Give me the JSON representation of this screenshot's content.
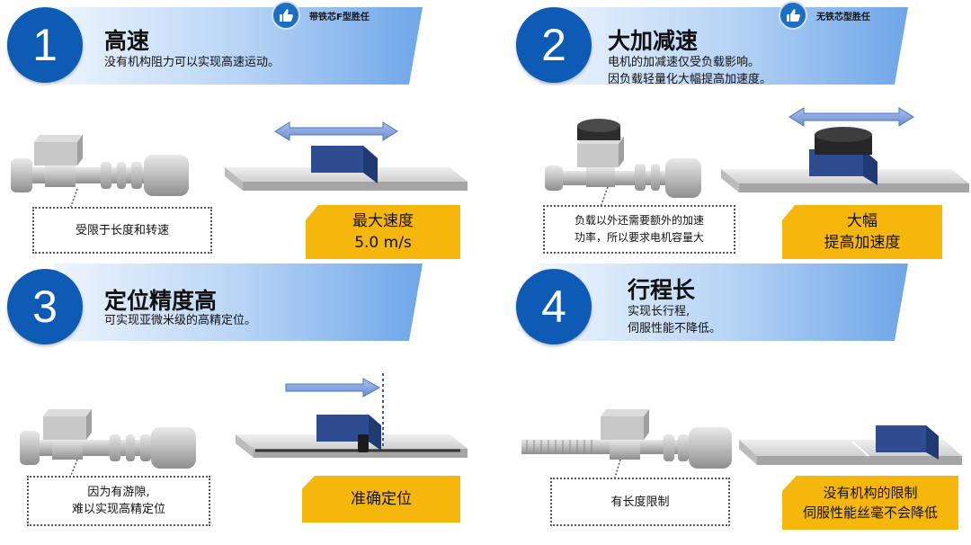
{
  "panels": [
    {
      "number": "1",
      "title": "高速",
      "desc": [
        "没有机构阻力可以实现高速运动。"
      ],
      "badge": "带铁芯F型胜任",
      "note": [
        "受限于长度和转速"
      ],
      "callout": [
        "最大速度",
        "5.0 m/s"
      ]
    },
    {
      "number": "2",
      "title": "大加减速",
      "desc": [
        "电机的加减速仅受负载影响。",
        "因负载轻量化大幅提高加速度。"
      ],
      "badge": "无铁芯型胜任",
      "note": [
        "负载以外还需要额外的加速",
        "功率，所以要求电机容量大"
      ],
      "callout": [
        "大幅",
        "提高加速度"
      ]
    },
    {
      "number": "3",
      "title": "定位精度高",
      "desc": [
        "可实现亚微米级的高精定位。"
      ],
      "note": [
        "因为有游隙,",
        "难以实现高精定位"
      ],
      "callout": [
        "准确定位"
      ]
    },
    {
      "number": "4",
      "title": "行程长",
      "desc": [
        "实现长行程,",
        "伺服性能不降低。"
      ],
      "note": [
        "有长度限制"
      ],
      "callout": [
        "没有机构的限制",
        "伺服性能丝毫不会降低"
      ]
    }
  ],
  "colors": {
    "circle": "#0d5bb5",
    "callout": "#f6b70c",
    "banner_start": "#dcebfb",
    "banner_end": "#7fb1ea",
    "block": "#2e4c8f",
    "arrow": "#7a9ad6"
  },
  "icons": [
    "thumbs-up-icon",
    "motor-screw-icon",
    "linear-stage-icon",
    "double-arrow-icon"
  ]
}
